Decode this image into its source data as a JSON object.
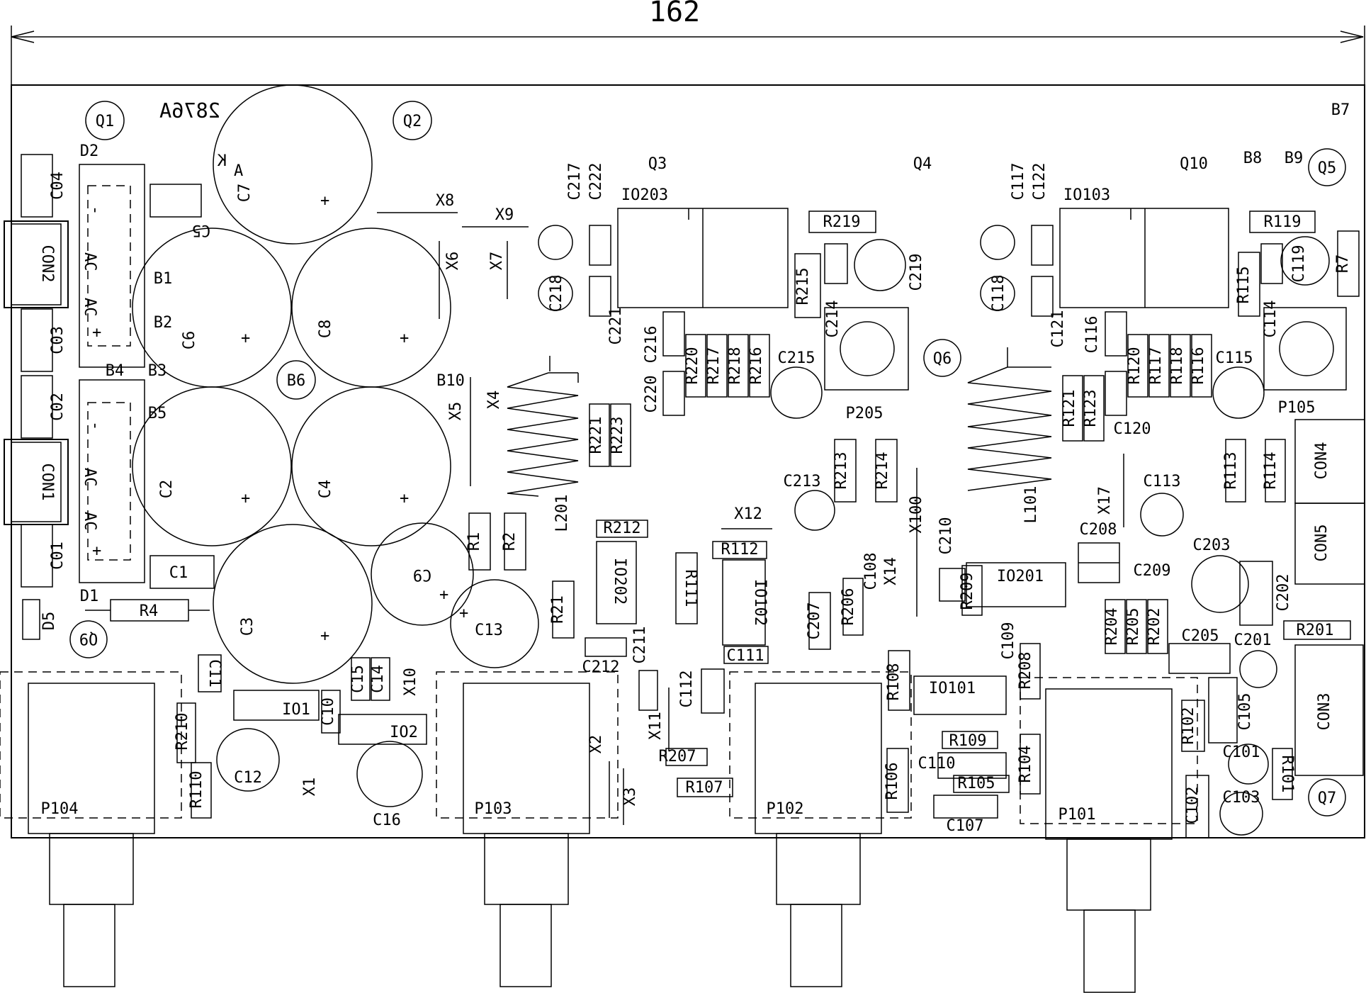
{
  "dimension": {
    "value": "162"
  },
  "part_number": "2876A",
  "labels": {
    "Q1": "Q1",
    "Q2": "Q2",
    "Q3": "Q3",
    "Q4": "Q4",
    "Q5": "Q5",
    "Q6": "Q6",
    "Q7": "Q7",
    "Q9": "Q9",
    "Q10": "Q10",
    "B1": "B1",
    "B2": "B2",
    "B3": "B3",
    "B4": "B4",
    "B5": "B5",
    "B6": "B6",
    "B7": "B7",
    "B8": "B8",
    "B9": "B9",
    "B10": "B10",
    "D1": "D1",
    "D2": "D2",
    "D5": "D5",
    "C01": "C01",
    "C02": "C02",
    "C03": "C03",
    "C04": "C04",
    "CON1": "CON1",
    "CON2": "CON2",
    "CON3": "CON3",
    "CON4": "CON4",
    "CON5": "CON5",
    "C1": "C1",
    "C2": "C2",
    "C3": "C3",
    "C4": "C4",
    "C5": "C5",
    "C6": "C6",
    "C7": "C7",
    "C8": "C8",
    "C9": "C9",
    "C10": "C10",
    "C11": "C11",
    "C12": "C12",
    "C13": "C13",
    "C14": "C14",
    "C15": "C15",
    "C16": "C16",
    "R1": "R1",
    "R2": "R2",
    "R4": "R4",
    "R7": "R7",
    "R21": "R21",
    "IO1": "IO1",
    "IO2": "IO2",
    "X1": "X1",
    "X2": "X2",
    "X3": "X3",
    "X4": "X4",
    "X5": "X5",
    "X6": "X6",
    "X7": "X7",
    "X8": "X8",
    "X9": "X9",
    "X10": "X10",
    "X11": "X11",
    "X12": "X12",
    "X14": "X14",
    "X17": "X17",
    "X100": "X100",
    "IO203": "IO203",
    "IO103": "IO103",
    "IO202": "IO202",
    "IO102": "IO102",
    "IO201": "IO201",
    "IO101": "IO101",
    "C217": "C217",
    "C222": "C222",
    "C218": "C218",
    "C221": "C221",
    "C216": "C216",
    "C220": "C220",
    "C214": "C214",
    "C215": "C215",
    "C219": "C219",
    "C213": "C213",
    "C212": "C212",
    "C211": "C211",
    "C210": "C210",
    "C209": "C209",
    "C208": "C208",
    "C207": "C207",
    "C205": "C205",
    "C203": "C203",
    "C202": "C202",
    "C201": "C201",
    "C117": "C117",
    "C122": "C122",
    "C118": "C118",
    "C121": "C121",
    "C116": "C116",
    "C114": "C114",
    "C115": "C115",
    "C119": "C119",
    "C120": "C120",
    "C113": "C113",
    "C112": "C112",
    "C111": "C111",
    "C110": "C110",
    "C109": "C109",
    "C108": "C108",
    "C107": "C107",
    "C105": "C105",
    "C103": "C103",
    "C102": "C102",
    "C101": "C101",
    "R219": "R219",
    "R215": "R215",
    "R220": "R220",
    "R217": "R217",
    "R218": "R218",
    "R216": "R216",
    "R221": "R221",
    "R223": "R223",
    "R212": "R212",
    "R213": "R213",
    "R214": "R214",
    "R210": "R210",
    "R209": "R209",
    "R208": "R208",
    "R207": "R207",
    "R206": "R206",
    "R205": "R205",
    "R204": "R204",
    "R202": "R202",
    "R201": "R201",
    "R119": "R119",
    "R115": "R115",
    "R120": "R120",
    "R117": "R117",
    "R118": "R118",
    "R116": "R116",
    "R121": "R121",
    "R123": "R123",
    "R113": "R113",
    "R114": "R114",
    "R112": "R112",
    "R111": "R111",
    "R110": "R110",
    "R109": "R109",
    "R108": "R108",
    "R107": "R107",
    "R106": "R106",
    "R105": "R105",
    "R104": "R104",
    "R102": "R102",
    "R101": "R101",
    "L201": "L201",
    "L101": "L101",
    "P205": "P205",
    "P105": "P105",
    "P104": "P104",
    "P103": "P103",
    "P102": "P102",
    "P101": "P101",
    "K": "K",
    "A": "A",
    "bridge_minus": "-",
    "bridge_ac": "AC",
    "bridge_plus": "+"
  }
}
